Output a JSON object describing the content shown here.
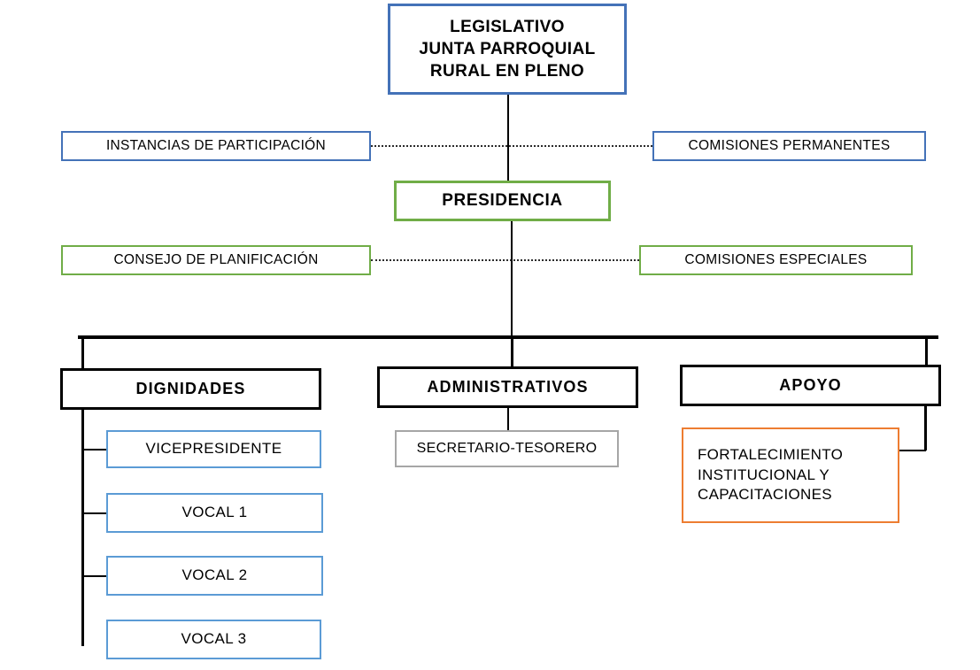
{
  "chart_data": {
    "type": "diagram",
    "title": "Organigrama - Junta Parroquial Rural",
    "subtype": "organizational-chart"
  },
  "nodes": {
    "legislativo": {
      "label": "LEGISLATIVO\nJUNTA PARROQUIAL\nRURAL EN PLENO",
      "border_color": "#4472b8",
      "level": "top"
    },
    "instancias_participacion": {
      "label": "INSTANCIAS  DE PARTICIPACIÓN",
      "border_color": "#4472b8",
      "level": "lateral-left-1"
    },
    "comisiones_permanentes": {
      "label": "COMISIONES  PERMANENTES",
      "border_color": "#4472b8",
      "level": "lateral-right-1"
    },
    "presidencia": {
      "label": "PRESIDENCIA",
      "border_color": "#70ad47",
      "level": "executive"
    },
    "consejo_planificacion": {
      "label": "CONSEJO DE PLANIFICACIÓN",
      "border_color": "#70ad47",
      "level": "lateral-left-2"
    },
    "comisiones_especiales": {
      "label": "COMISIONES  ESPECIALES",
      "border_color": "#70ad47",
      "level": "lateral-right-2"
    },
    "dignidades": {
      "label": "DIGNIDADES",
      "border_color": "#000000",
      "level": "branch"
    },
    "administrativos": {
      "label": "ADMINISTRATIVOS",
      "border_color": "#000000",
      "level": "branch"
    },
    "apoyo": {
      "label": "APOYO",
      "border_color": "#000000",
      "level": "branch"
    },
    "vicepresidente": {
      "label": "VICEPRESIDENTE",
      "border_color": "#5b9bd5",
      "level": "leaf"
    },
    "vocal_1": {
      "label": "VOCAL 1",
      "border_color": "#5b9bd5",
      "level": "leaf"
    },
    "vocal_2": {
      "label": "VOCAL 2",
      "border_color": "#5b9bd5",
      "level": "leaf"
    },
    "vocal_3": {
      "label": "VOCAL 3",
      "border_color": "#5b9bd5",
      "level": "leaf"
    },
    "secretario_tesorero": {
      "label": "SECRETARIO-TESORERO",
      "border_color": "#a6a6a6",
      "level": "leaf"
    },
    "fortalecimiento": {
      "label": "FORTALECIMIENTO\nINSTITUCIONAL   Y\nCAPACITACIONES",
      "border_color": "#ed7d31",
      "level": "leaf"
    }
  },
  "connectors": {
    "solid_color": "#000000",
    "dotted_color": "#2b2b2b",
    "dotted_rows": 2
  }
}
